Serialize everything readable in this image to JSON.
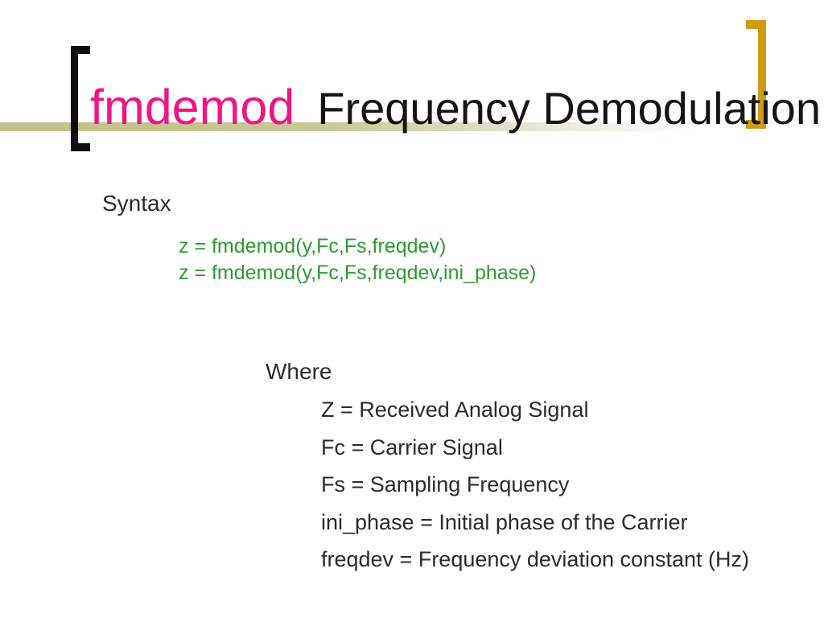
{
  "title": {
    "keyword": "fmdemod",
    "rest": "Frequency Demodulation"
  },
  "syntax": {
    "heading": "Syntax",
    "lines": [
      "z = fmdemod(y,Fc,Fs,freqdev)",
      "z = fmdemod(y,Fc,Fs,freqdev,ini_phase)"
    ]
  },
  "definitions": {
    "heading": "Where",
    "items": [
      "Z = Received Analog Signal",
      "Fc = Carrier Signal",
      "Fs = Sampling Frequency",
      "ini_phase = Initial phase of the Carrier",
      "freqdev = Frequency deviation constant (Hz)"
    ]
  },
  "colors": {
    "keyword_pink": "#f01485",
    "code_green": "#2e9b32",
    "bracket_gold": "#ce9b15",
    "bracket_black": "#0f0f0f",
    "rule_olive": "#c2c18c",
    "body_text": "#2b2b2b"
  }
}
